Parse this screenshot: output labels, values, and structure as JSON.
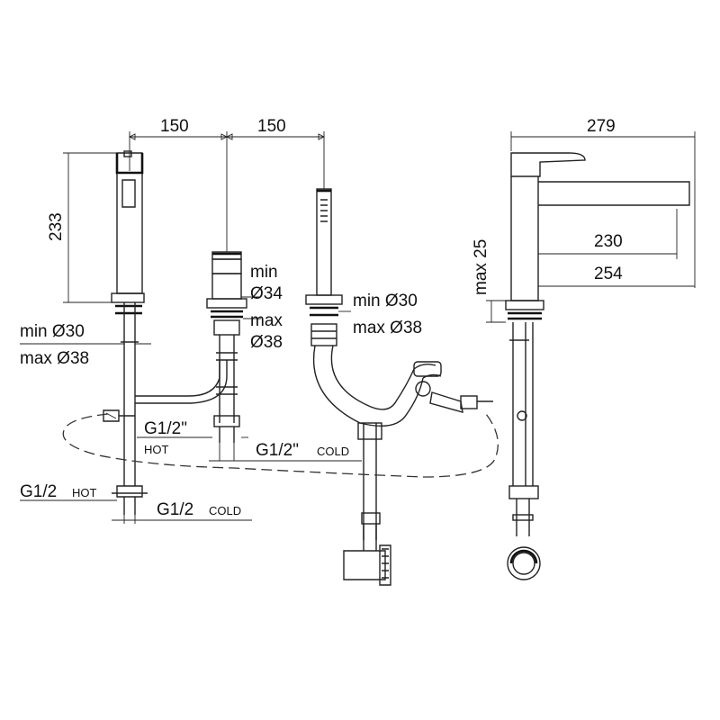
{
  "diagram": {
    "dim_width_left": "150",
    "dim_width_mid": "150",
    "dim_height_mixer": "233",
    "mixer_hole_min": "min Ø30",
    "mixer_hole_max": "max Ø38",
    "valve_hole_min_a": "min",
    "valve_hole_min_b": "Ø34",
    "valve_hole_max_a": "max",
    "valve_hole_max_b": "Ø38",
    "shower_hole_min": "min Ø30",
    "shower_hole_max": "max Ø38",
    "conn_hot_main": "G1/2\"",
    "conn_hot_sub": "HOT",
    "conn_cold_main": "G1/2\"",
    "conn_cold_sub": "COLD",
    "supply_hot_main": "G1/2",
    "supply_hot_sub": "HOT",
    "supply_cold_main": "G1/2",
    "supply_cold_sub": "COLD",
    "side_total": "279",
    "side_spout_a": "230",
    "side_spout_b": "254",
    "side_deck": "max 25"
  }
}
